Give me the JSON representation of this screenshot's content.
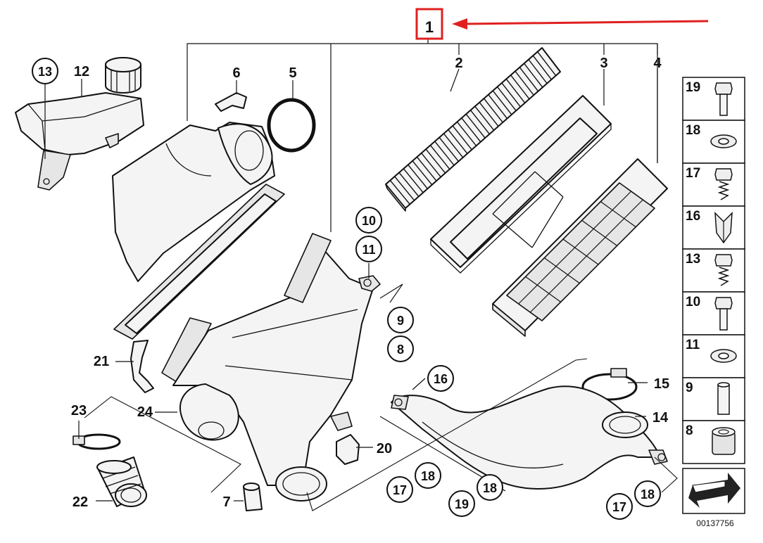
{
  "highlight": {
    "label": "1",
    "box_color": "#e02020",
    "arrow_color": "#e02020"
  },
  "callouts": {
    "p2": "2",
    "p3": "3",
    "p4": "4",
    "p5": "5",
    "p6": "6",
    "p7": "7",
    "p12": "12",
    "p13": "13",
    "p14": "14",
    "p15": "15",
    "p16": "16",
    "p20": "20",
    "p21": "21",
    "p22": "22",
    "p23": "23",
    "p24": "24",
    "p10": "10",
    "p11": "11",
    "p9": "9",
    "p8": "8",
    "p17a": "17",
    "p18a": "18",
    "p19a": "19",
    "p18b": "18",
    "p17b": "17",
    "p18c": "18"
  },
  "hardware_panel": {
    "items": [
      "19",
      "18",
      "17",
      "16",
      "13",
      "10",
      "11",
      "9",
      "8"
    ],
    "icons": [
      "hex-bolt-icon",
      "washer-icon",
      "threaded-stud-icon",
      "clip-nut-icon",
      "threaded-stud-icon",
      "hex-bolt-icon",
      "washer-icon",
      "sleeve-icon",
      "grommet-icon"
    ]
  },
  "diagram_number": "00137756"
}
